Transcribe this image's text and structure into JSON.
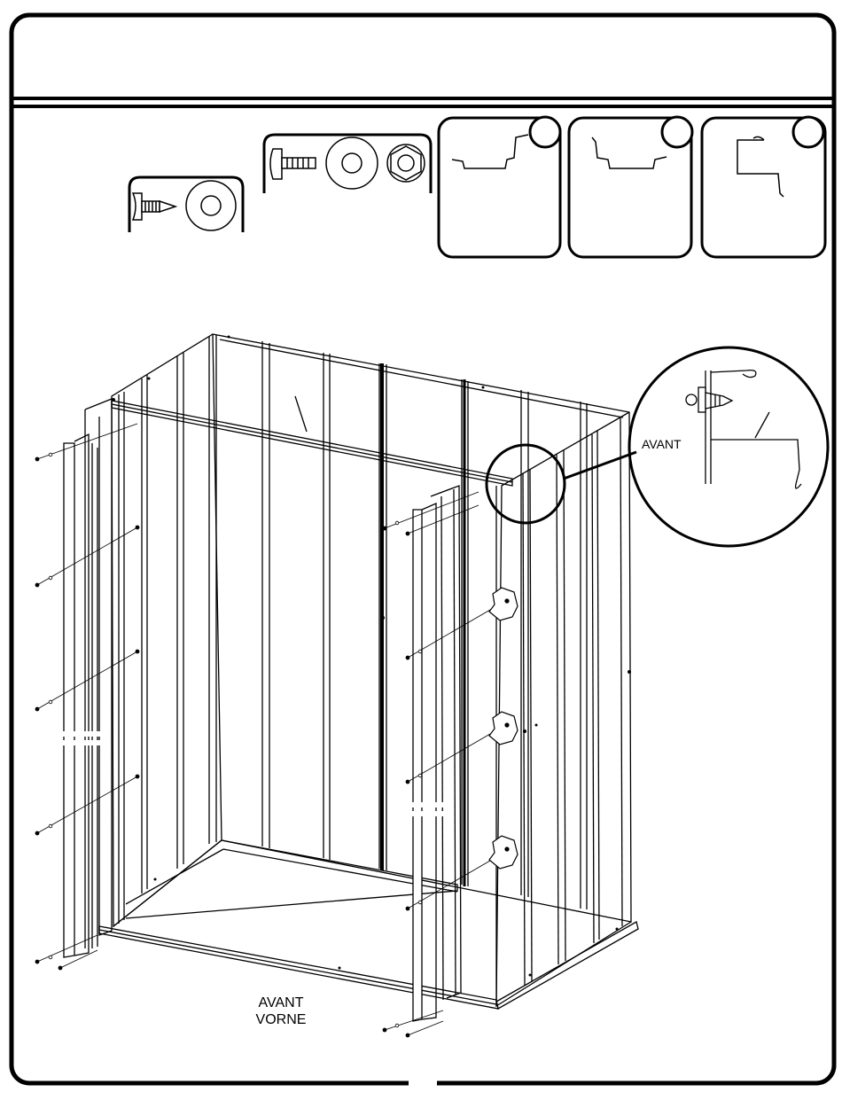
{
  "page": {
    "header_title": "",
    "page_number": ""
  },
  "hardware": [
    {
      "id": "screw-washer-set",
      "items": [
        "tapping-screw",
        "washer"
      ]
    },
    {
      "id": "bolt-washer-nut-set",
      "items": [
        "bolt",
        "washer",
        "hex-nut"
      ]
    }
  ],
  "profiles": [
    {
      "id": "profile-1",
      "badge": ""
    },
    {
      "id": "profile-2",
      "badge": ""
    },
    {
      "id": "profile-3",
      "badge": ""
    }
  ],
  "detail": {
    "label": "AVANT"
  },
  "main": {
    "front_label_fr": "AVANT",
    "front_label_de": "VORNE"
  },
  "colors": {
    "line": "#000000",
    "background": "#ffffff"
  }
}
